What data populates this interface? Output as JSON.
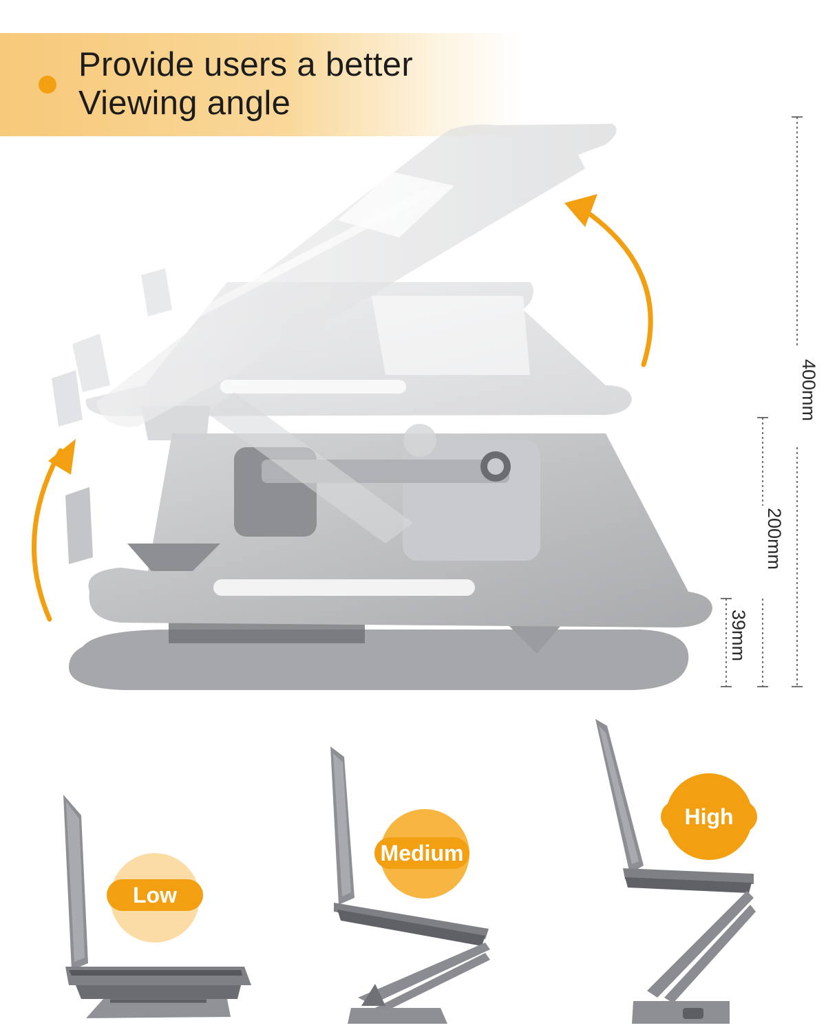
{
  "banner": {
    "line1": "Provide users a better",
    "line2": "Viewing angle"
  },
  "dimensions": {
    "total": "400mm",
    "middle": "200mm",
    "base": "39mm"
  },
  "levels": [
    {
      "label": "Low"
    },
    {
      "label": "Medium"
    },
    {
      "label": "High"
    }
  ],
  "colors": {
    "accent": "#f2a012",
    "banner": "#f7c97a",
    "aluminum": "#b8b9bc",
    "laptop": "#8d8f94"
  },
  "icons": {
    "arrow": "curved-up-arrow-icon"
  }
}
